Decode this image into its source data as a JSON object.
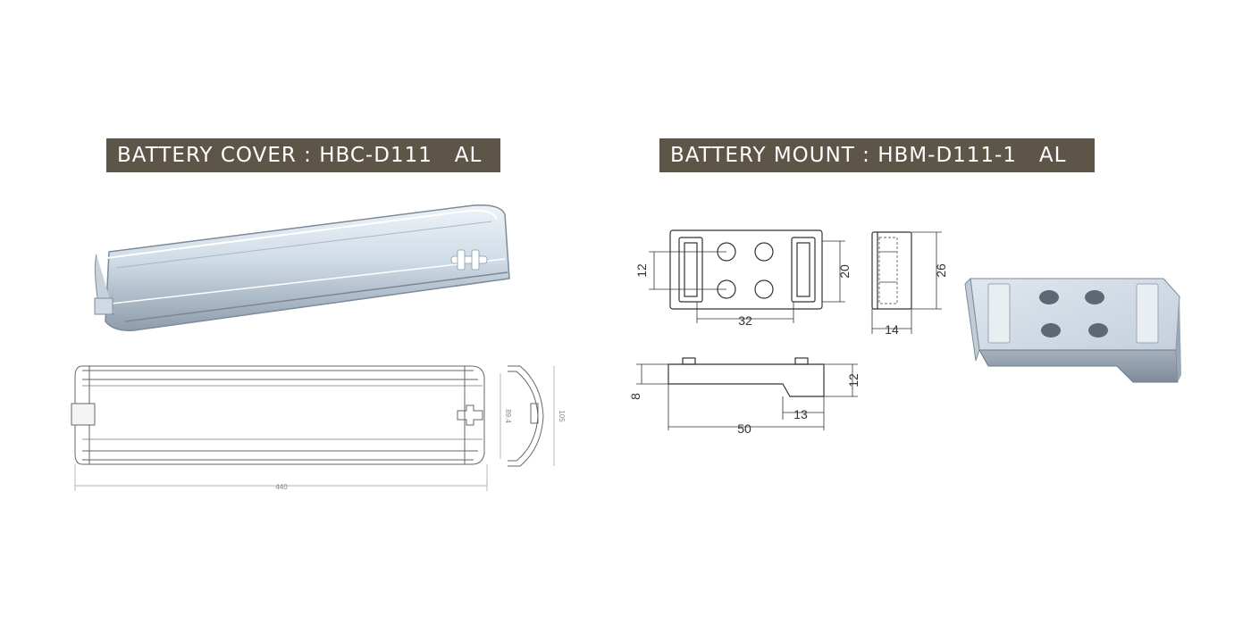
{
  "titles": {
    "cover": "BATTERY COVER : HBC-D111   AL",
    "mount": "BATTERY MOUNT : HBM-D111-1   AL"
  },
  "colors": {
    "banner_bg": "#5c5548",
    "banner_text": "#ffffff",
    "render_light": "#dfe7ef",
    "render_mid": "#b9c6d3",
    "render_dark": "#8a97a6",
    "line": "#333333"
  },
  "cover_dimensions": {
    "length": "440",
    "inner_height": "89.4",
    "outer_height": "105"
  },
  "mount_dimensions": {
    "hole_spacing_vertical": "12",
    "slot_height": "20",
    "slot_spacing": "32",
    "side_height": "26",
    "side_depth": "14",
    "front_height_left": "8",
    "front_height_right": "12",
    "front_step": "13",
    "front_length": "50"
  }
}
